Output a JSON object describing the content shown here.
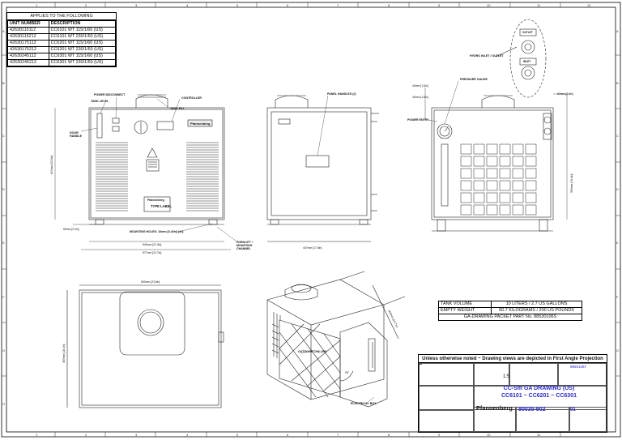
{
  "applies_table": {
    "heading": "APPLIES TO THE FOLLOWING",
    "columns": [
      "UNIT NUMBER",
      "DESCRIPTION"
    ],
    "rows": [
      [
        "42630115112",
        "CC6101 WT 115/1/60 (US)"
      ],
      [
        "42630115212",
        "CC6101 WT 230/1/60 (US)"
      ],
      [
        "42630175112",
        "CC6201 WT 115/1/60 (US)"
      ],
      [
        "42630175212",
        "CC6201 WT 230/1/60 (US)"
      ],
      [
        "42630245112",
        "CC6301 WT 115/1/60 (US)"
      ],
      [
        "42630245212",
        "CC6301 WT 230/1/60 (US)"
      ]
    ]
  },
  "grid_columns": [
    "1",
    "2",
    "3",
    "4",
    "5",
    "6",
    "7",
    "8",
    "9",
    "10",
    "11",
    "12"
  ],
  "grid_rows": [
    "A",
    "B",
    "C",
    "D",
    "E",
    "F",
    "G",
    "H"
  ],
  "labels": {
    "power_disconnect": "POWER DISCONNECT",
    "tank_level": "TANK LEVEL",
    "door_handle": "DOOR HANDLE",
    "tank_fill": "TANK FILL",
    "controller": "CONTROLLER",
    "mounting_holes": "MOUNTING HOLES: 10mm [0.40in] (4x)",
    "forklift": "FORKLIFT / MOUNTING CHANNEL",
    "panel_handles": "PANEL HANDLES (2)",
    "pressure_gauge": "PRESSURE GAUGE",
    "power_entry": "POWER ENTRY",
    "hydro_inlet": "HYDRO INLET / OUTLET",
    "outdoor_chiller": "OUTDOOR CHILLER",
    "electrical_box": "ELECTRICAL BOX",
    "type_label_brand": "Pfannenberg",
    "type_label": "TYPE LABEL",
    "front_brand_badge": "Pfannenberg",
    "outlet": "OUTLET",
    "inlet": "INLET"
  },
  "dimensions": {
    "height_left": "600mm [23.6in]",
    "width_front_1": "540mm [21.3in]",
    "width_front_2": "577mm [22.7in]",
    "base_height": "50mm [2.0in]",
    "side_depth": "447mm [17.6in]",
    "top_width": "600mm [23.6in]",
    "top_depth": "457mm [18.0in]",
    "iso_depth": "500mm [19.7in]",
    "rear_1": "40mm [1.6in]",
    "rear_2": "40mm [1.6in]",
    "rear_3": "60mm [2.4in]",
    "rear_side": "390mm [15.4in]",
    "angle": "90°"
  },
  "specs": {
    "tank_volume_label": "TANK VOLUME",
    "tank_volume_value": "10 LITERS / 2.7 US GALLONS",
    "empty_weight_label": "EMPTY WEIGHT",
    "empty_weight_value": "90.7 KILOGRAMS / 200 US POUNDS",
    "packet": "GA-DRAWING PACKET PART No. 88530106S"
  },
  "note": "Unless otherwise noted ~ Drawing views are depicted in First Angle Projection",
  "title_block": {
    "title_line1": "CC-Sm GA DRAWING (US)",
    "title_line2": "CC6101 ~ CC6201 ~ CC6301",
    "drawing_number": "80035-902",
    "sheet": "01",
    "doc_number": "88501087",
    "scale": "1:5",
    "company": "Pfannenberg"
  },
  "colors": {
    "line": "#222222",
    "title_blue": "#2b2bd0",
    "sheet_bg": "#ffffff"
  }
}
